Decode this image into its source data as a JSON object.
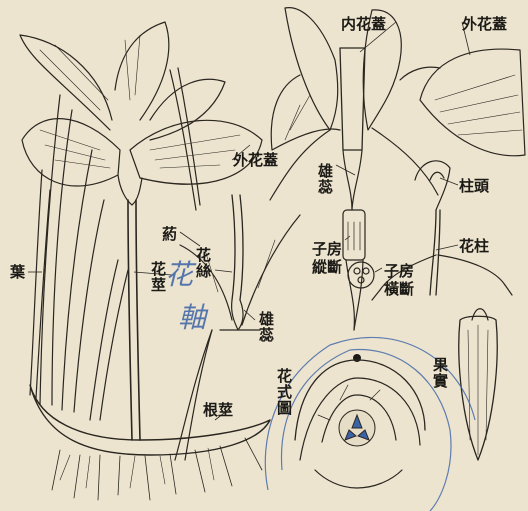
{
  "labels": {
    "inner_perianth": "内花蓋",
    "outer_perianth_right": "外花蓋",
    "outer_perianth_left": "外花蓋",
    "stamen_center": "雄蕊",
    "stigma": "柱頭",
    "style": "花柱",
    "anther": "葯",
    "filament": "花絲",
    "scape": "花莖",
    "leaf": "葉",
    "ovary_longitudinal": "子房縱斷",
    "ovary_transverse": "子房橫斷",
    "stamen_lower": "雄蕊",
    "fruit": "果實",
    "floral_diagram": "花式圖",
    "rhizome": "根莖"
  },
  "annotation": {
    "handwritten_chars": [
      "花",
      "軸"
    ],
    "ink_color": "#3b63a8"
  },
  "colors": {
    "paper": "#ece4cf",
    "ink": "#1c1a16",
    "pencil_blue": "#3b63a8"
  }
}
